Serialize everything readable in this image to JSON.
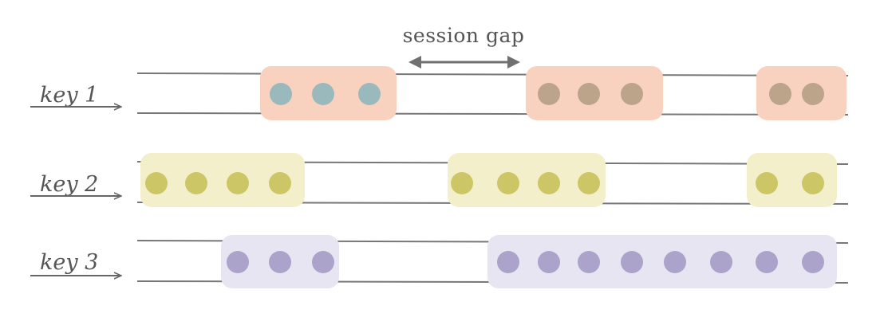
{
  "session_gap_label": "session gap",
  "colors": {
    "line": "#777777",
    "text": "#555555",
    "gap_arrow": "#707070"
  },
  "keys": [
    {
      "label": "key 1",
      "window_fill": "#f9d2bf",
      "sessions": [
        {
          "events": 3,
          "dot_color": "#9ab9bc"
        },
        {
          "events": 3,
          "dot_color": "#bca48b"
        },
        {
          "events": 2,
          "dot_color": "#bca48b"
        }
      ]
    },
    {
      "label": "key 2",
      "window_fill": "#f3efcb",
      "sessions": [
        {
          "events": 4,
          "dot_color": "#cdc666"
        },
        {
          "events": 4,
          "dot_color": "#cdc666"
        },
        {
          "events": 2,
          "dot_color": "#cdc666"
        }
      ]
    },
    {
      "label": "key 3",
      "window_fill": "#e6e5f1",
      "sessions": [
        {
          "events": 3,
          "dot_color": "#aba3c9"
        },
        {
          "events": 8,
          "dot_color": "#aba3c9"
        }
      ]
    }
  ]
}
